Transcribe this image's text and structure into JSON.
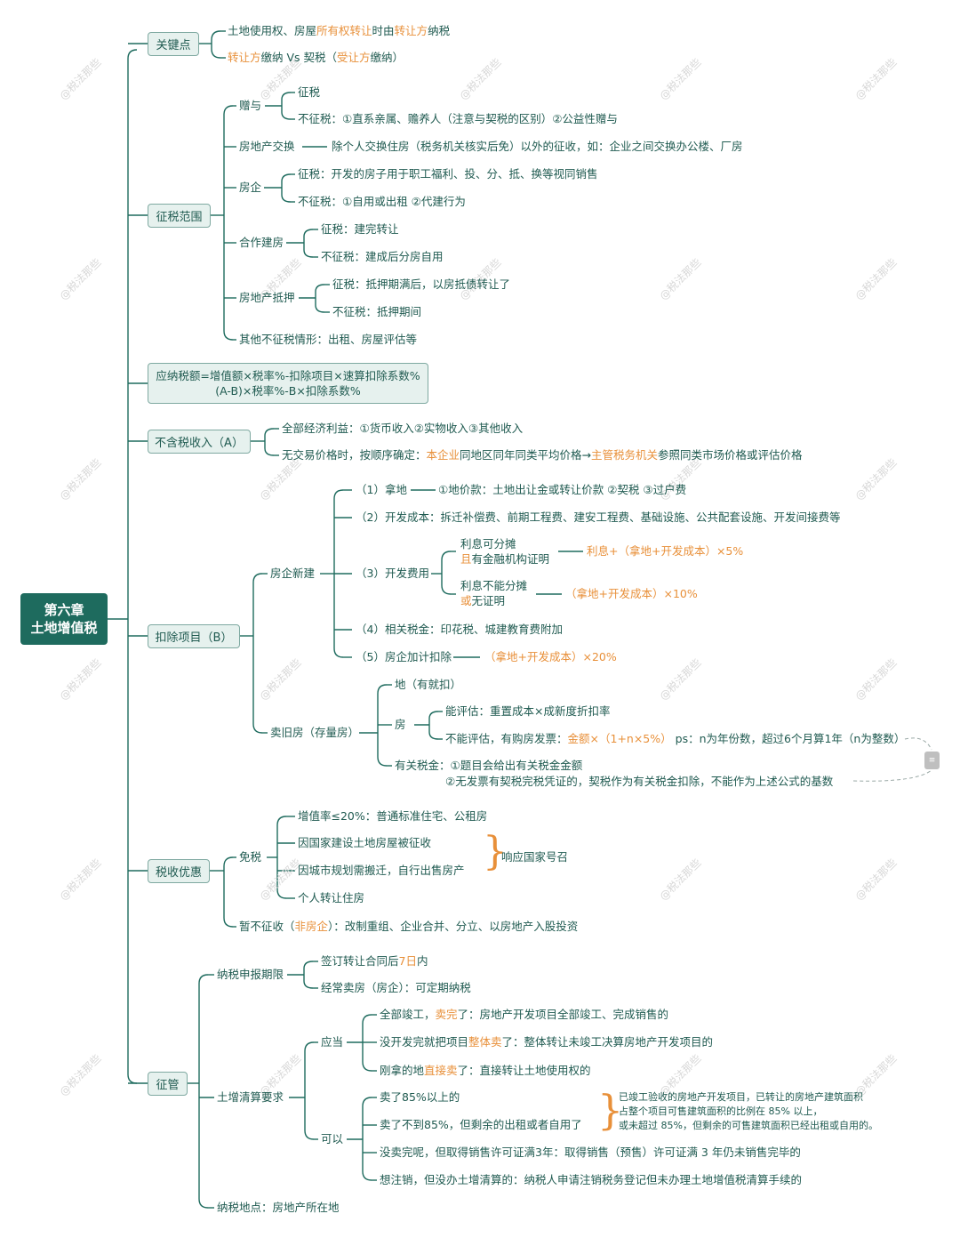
{
  "root": {
    "line1": "第六章",
    "line2": "土地增值税"
  },
  "watermark": "@税法那些",
  "colors": {
    "main": "#1e6b5e",
    "text": "#1f5a50",
    "accent": "#e8903a",
    "node_bg": "#e6f1ee"
  },
  "key": {
    "label": "关键点",
    "l1": [
      "土地使用权、房屋",
      "所有权转让",
      "时由",
      "转让方",
      "纳税"
    ],
    "l2": [
      "转让方",
      "缴纳 Vs 契税（",
      "受让方",
      "缴纳）"
    ]
  },
  "scope": {
    "label": "征税范围",
    "gift": "赠与",
    "gift_tax": "征税",
    "gift_notax": "不征税：①直系亲属、赡养人（注意与契税的区别）②公益性赠与",
    "exchange": "房地产交换",
    "exchange_desc": "除个人交换住房（税务机关核实后免）以外的征收，如：企业之间交换办公楼、厂房",
    "dev": "房企",
    "dev_tax": "征税：开发的房子用于职工福利、投、分、抵、换等视同销售",
    "dev_notax": "不征税：①自用或出租 ②代建行为",
    "coop": "合作建房",
    "coop_tax": "征税：建完转让",
    "coop_notax": "不征税：建成后分房自用",
    "mort": "房地产抵押",
    "mort_tax": "征税：抵押期满后，以房抵债转让了",
    "mort_notax": "不征税：抵押期间",
    "other": "其他不征税情形：出租、房屋评估等"
  },
  "formula": {
    "line1": "应纳税额=增值额×税率%-扣除项目×速算扣除系数%",
    "line2": "(A-B)×税率%-B×扣除系数%"
  },
  "income": {
    "label": "不含税收入（A）",
    "l1": "全部经济利益：①货币收入②实物收入③其他收入",
    "l2": [
      "无交易价格时，按顺序确定：",
      "本企业",
      "同地区同年同类平均价格→",
      "主管税务机关",
      "参照同类市场价格或评估价格"
    ]
  },
  "deduct": {
    "label": "扣除项目（B）",
    "new": "房企新建",
    "i1": "（1）拿地",
    "i1_desc": "①地价款：土地出让金或转让价款 ②契税 ③过户费",
    "i2": "（2）开发成本：拆迁补偿费、前期工程费、建安工程费、基础设施、公共配套设施、开发间接费等",
    "i3": "（3）开发费用",
    "i3a1": "利息可分摊",
    "i3a2a": "且",
    "i3a2b": "有金融机构证明",
    "i3a_res": "利息+（拿地+开发成本）×5%",
    "i3b1": "利息不能分摊",
    "i3b2a": "或",
    "i3b2b": "无证明",
    "i3b_res": "（拿地+开发成本）×10%",
    "i4": "（4）相关税金：印花税、城建教育费附加",
    "i5": "（5）房企加计扣除",
    "i5_res": "（拿地+开发成本）×20%",
    "old": "卖旧房（存量房）",
    "land": "地（有就扣）",
    "house": "房",
    "h1": "能评估：重置成本×成新度折扣率",
    "h2": [
      "不能评估，有购房发票：",
      "金额×（1+n×5%）",
      "ps：n为年份数，超过6个月算1年（n为整数）"
    ],
    "taxes1": "有关税金：①题目会给出有关税金金额",
    "taxes2": "②无发票有契税完税凭证的，契税作为有关税金扣除，不能作为上述公式的基数"
  },
  "pref": {
    "label": "税收优惠",
    "exempt": "免税",
    "e1": "增值率≤20%：普通标准住宅、公租房",
    "e2": "因国家建设土地房屋被征收",
    "e3": "因城市规划需搬迁，自行出售房产",
    "e4": "个人转让住房",
    "brace_note": "响应国家号召",
    "defer": [
      "暂不征收（",
      "非房企",
      "）：改制重组、企业合并、分立、以房地产入股投资"
    ]
  },
  "admin": {
    "label": "征管",
    "period": "纳税申报期限",
    "p1": [
      "签订转让合同后",
      "7日",
      "内"
    ],
    "p2": "经常卖房（房企）：可定期纳税",
    "settle": "土增清算要求",
    "must": "应当",
    "m1": [
      "全部竣工，",
      "卖完",
      "了：房地产开发项目全部竣工、完成销售的"
    ],
    "m2": [
      "没开发完就把项目",
      "整体卖",
      "了：整体转让未竣工决算房地产开发项目的"
    ],
    "m3": [
      "刚拿的地",
      "直接卖",
      "了：直接转让土地使用权的"
    ],
    "may": "可以",
    "c1": "卖了85%以上的",
    "c2": "卖了不到85%，但剩余的出租或者自用了",
    "c_note1": "已竣工验收的房地产开发项目，已转让的房地产建筑面积",
    "c_note2": "占整个项目可售建筑面积的比例在 85% 以上，",
    "c_note3": "或未超过 85%，但剩余的可售建筑面积已经出租或自用的。",
    "c3": "没卖完呢，但取得销售许可证满3年：取得销售（预售）许可证满 3 年仍未销售完毕的",
    "c4": "想注销，但没办土增清算的：纳税人申请注销税务登记但未办理土地增值税清算手续的",
    "place": "纳税地点：房地产所在地"
  }
}
